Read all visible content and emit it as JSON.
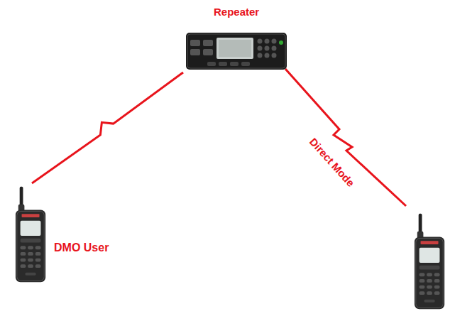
{
  "diagram": {
    "nodes": [
      {
        "text": [
          "Repeater"
        ]
      },
      {
        "text": [
          "DMO User"
        ]
      }
    ],
    "edges": [
      {
        "from": 0,
        "to": 1,
        "arrow": "none"
      }
    ],
    "labels": [
      "Direct Mode"
    ]
  }
}
